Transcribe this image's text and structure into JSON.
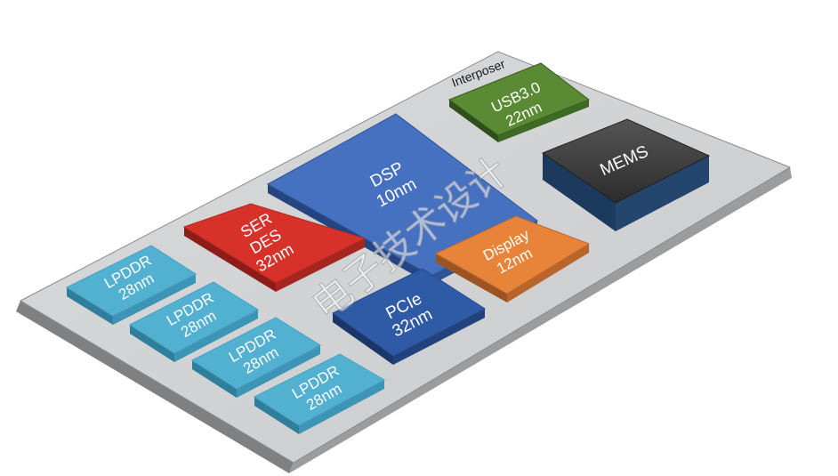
{
  "interposer_label": "Interposer",
  "chips": {
    "usb": {
      "line1": "USB3.0",
      "line2": "22nm",
      "color": "#5a8a34"
    },
    "mems": {
      "line1": "MEMS",
      "color": "#3b3b3b"
    },
    "dsp": {
      "line1": "DSP",
      "line2": "10nm",
      "color": "#4670c0"
    },
    "serdes": {
      "line1": "SER",
      "line2": "DES",
      "line3": "32nm",
      "color": "#d7322a"
    },
    "display": {
      "line1": "Display",
      "line2": "12nm",
      "color": "#e8833a"
    },
    "pcie": {
      "line1": "PCIe",
      "line2": "32nm",
      "color": "#2f5aa6"
    },
    "lpddr1": {
      "line1": "LPDDR",
      "line2": "28nm",
      "color": "#52b0d0"
    },
    "lpddr2": {
      "line1": "LPDDR",
      "line2": "28nm",
      "color": "#52b0d0"
    },
    "lpddr3": {
      "line1": "LPDDR",
      "line2": "28nm",
      "color": "#52b0d0"
    },
    "lpddr4": {
      "line1": "LPDDR",
      "line2": "28nm",
      "color": "#52b0d0"
    }
  },
  "watermark": "电子技术设计"
}
